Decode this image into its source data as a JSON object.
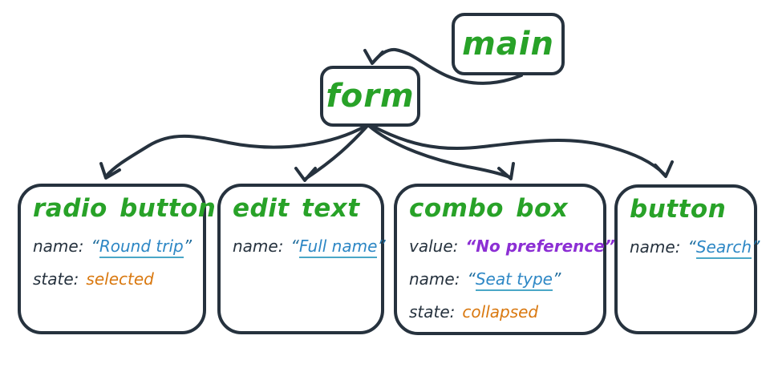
{
  "diagram": {
    "type": "tree",
    "nodes": {
      "main": {
        "label": "main"
      },
      "form": {
        "label": "form"
      },
      "radio": {
        "label": "radio button",
        "name_key": "name:",
        "name_value": "Round trip",
        "state_key": "state:",
        "state_value": "selected"
      },
      "edit": {
        "label": "edit text",
        "name_key": "name:",
        "name_value": "Full name"
      },
      "combo": {
        "label": "combo box",
        "value_key": "value:",
        "value_value": "No preference",
        "name_key": "name:",
        "name_value": "Seat type",
        "state_key": "state:",
        "state_value": "collapsed"
      },
      "button": {
        "label": "button",
        "name_key": "name:",
        "name_value": "Search"
      }
    },
    "edges": [
      {
        "from": "main",
        "to": "form"
      },
      {
        "from": "form",
        "to": "radio button"
      },
      {
        "from": "form",
        "to": "edit text"
      },
      {
        "from": "form",
        "to": "combo box"
      },
      {
        "from": "form",
        "to": "button"
      }
    ]
  },
  "punctuation": {
    "open_quote": "“",
    "close_quote": "”"
  },
  "colors": {
    "node_role_green": "#28a228",
    "stroke_navy": "#26323e",
    "name_blue": "#2d87c5",
    "name_underline_teal": "#4aa7c7",
    "name_quote_blue": "#1f6c9c",
    "state_orange": "#d9780f",
    "value_purple": "#8c2fd4",
    "background": "#ffffff"
  }
}
